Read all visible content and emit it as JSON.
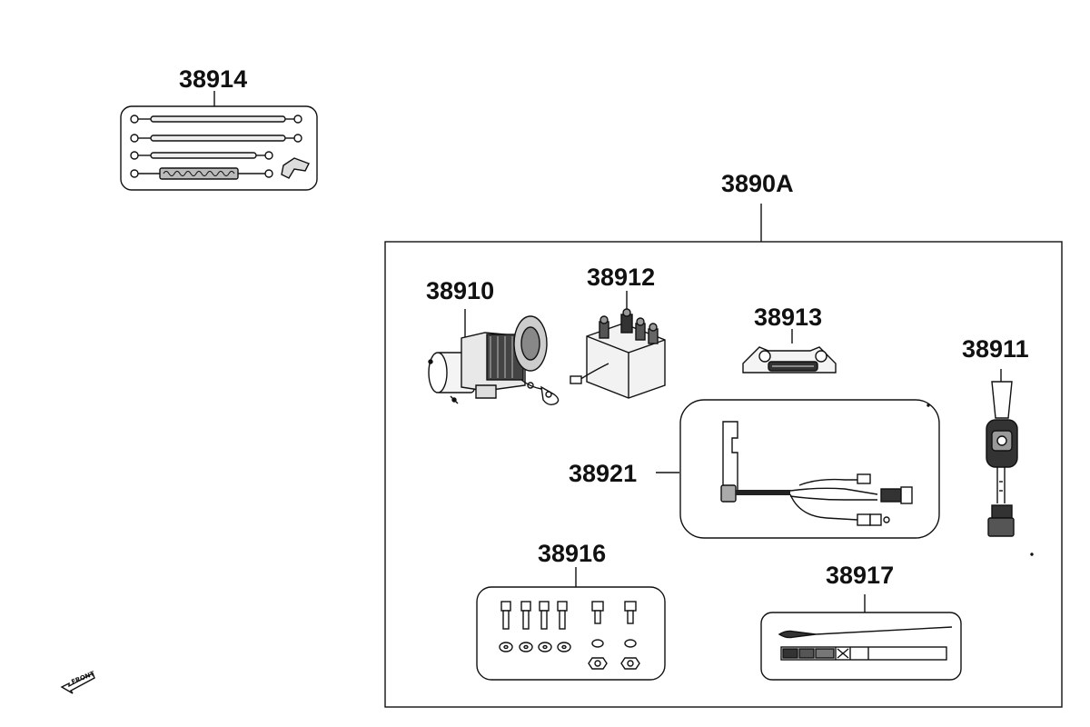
{
  "labels": {
    "p38914": "38914",
    "p3890A": "3890A",
    "p38910": "38910",
    "p38912": "38912",
    "p38913": "38913",
    "p38911": "38911",
    "p38921": "38921",
    "p38916": "38916",
    "p38917": "38917"
  },
  "front_marker": "FRONT",
  "colors": {
    "line": "#111111",
    "fill_dark": "#222222",
    "fill_mid": "#777777",
    "fill_light": "#cccccc"
  }
}
